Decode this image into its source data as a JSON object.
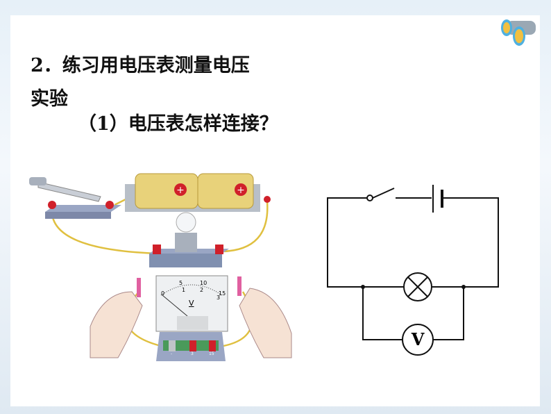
{
  "heading": {
    "line1": "2．练习用电压表测量电压",
    "line2": "实验",
    "sub": "（1）电压表怎样连接？"
  },
  "voltmeter_illustration": {
    "unit": "V",
    "scale_top": [
      "0",
      "5",
      "10",
      "15"
    ],
    "scale_bottom": [
      "1",
      "2",
      "3"
    ],
    "terminals": [
      "-",
      "3",
      "15"
    ]
  },
  "circuit_diagram": {
    "meter_symbol": "V"
  },
  "icons": [
    "binoculars-icon",
    "battery-plus-icon"
  ],
  "colors": {
    "terminal": "#d0202a",
    "wire": "#e8c840",
    "battery": "#e8d27a"
  }
}
